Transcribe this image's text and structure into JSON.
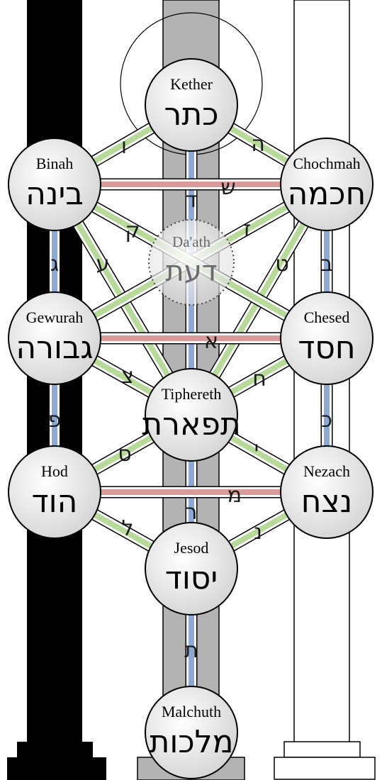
{
  "colors": {
    "black_pillar": "#000000",
    "middle_pillar": "#b3b3b3",
    "white_pillar": "#ffffff",
    "mother_path": "#d99a9a",
    "double_path": "#8ca8d4",
    "simple_path": "#b7d99a",
    "sphere_fill": "#d6d6d6",
    "sphere_highlight": "#ffffff",
    "outline": "#000000"
  },
  "sephiroth": [
    {
      "id": "kether",
      "name": "Kether",
      "hebrew": "כתר"
    },
    {
      "id": "binah",
      "name": "Binah",
      "hebrew": "בינה"
    },
    {
      "id": "chochmah",
      "name": "Chochmah",
      "hebrew": "חכמה"
    },
    {
      "id": "gewurah",
      "name": "Gewurah",
      "hebrew": "גבורה"
    },
    {
      "id": "chesed",
      "name": "Chesed",
      "hebrew": "חסד"
    },
    {
      "id": "tiphereth",
      "name": "Tiphereth",
      "hebrew": "תפארת"
    },
    {
      "id": "hod",
      "name": "Hod",
      "hebrew": "הוד"
    },
    {
      "id": "nezach",
      "name": "Nezach",
      "hebrew": "נצח"
    },
    {
      "id": "jesod",
      "name": "Jesod",
      "hebrew": "יסוד"
    },
    {
      "id": "malchuth",
      "name": "Malchuth",
      "hebrew": "מלכות"
    }
  ],
  "daath": {
    "id": "daath",
    "name": "Da'ath",
    "hebrew": "דעת"
  },
  "paths": [
    {
      "from": "kether",
      "to": "chochmah",
      "letter": "ה",
      "kind": "simple"
    },
    {
      "from": "kether",
      "to": "binah",
      "letter": "ו",
      "kind": "simple"
    },
    {
      "from": "kether",
      "to": "tiphereth",
      "letter": "ד",
      "kind": "double"
    },
    {
      "from": "chochmah",
      "to": "binah",
      "letter": "ש",
      "kind": "mother"
    },
    {
      "from": "chochmah",
      "to": "tiphereth",
      "letter": "ט",
      "kind": "simple"
    },
    {
      "from": "chochmah",
      "to": "chesed",
      "letter": "ב",
      "kind": "double"
    },
    {
      "from": "binah",
      "to": "tiphereth",
      "letter": "ע",
      "kind": "simple"
    },
    {
      "from": "binah",
      "to": "gewurah",
      "letter": "ג",
      "kind": "double"
    },
    {
      "from": "chochmah",
      "to": "gewurah",
      "letter": "ק",
      "kind": "simple"
    },
    {
      "from": "binah",
      "to": "chesed",
      "letter": "ז",
      "kind": "simple"
    },
    {
      "from": "chesed",
      "to": "gewurah",
      "letter": "א",
      "kind": "mother"
    },
    {
      "from": "chesed",
      "to": "tiphereth",
      "letter": "ח",
      "kind": "simple"
    },
    {
      "from": "chesed",
      "to": "nezach",
      "letter": "כ",
      "kind": "double"
    },
    {
      "from": "gewurah",
      "to": "tiphereth",
      "letter": "צ",
      "kind": "simple"
    },
    {
      "from": "gewurah",
      "to": "hod",
      "letter": "פ",
      "kind": "double"
    },
    {
      "from": "tiphereth",
      "to": "nezach",
      "letter": "י",
      "kind": "simple"
    },
    {
      "from": "tiphereth",
      "to": "hod",
      "letter": "ס",
      "kind": "simple"
    },
    {
      "from": "tiphereth",
      "to": "jesod",
      "letter": "ר",
      "kind": "double"
    },
    {
      "from": "nezach",
      "to": "hod",
      "letter": "מ",
      "kind": "mother"
    },
    {
      "from": "nezach",
      "to": "jesod",
      "letter": "נ",
      "kind": "simple"
    },
    {
      "from": "hod",
      "to": "jesod",
      "letter": "ל",
      "kind": "simple"
    },
    {
      "from": "jesod",
      "to": "malchuth",
      "letter": "ת",
      "kind": "double"
    }
  ]
}
